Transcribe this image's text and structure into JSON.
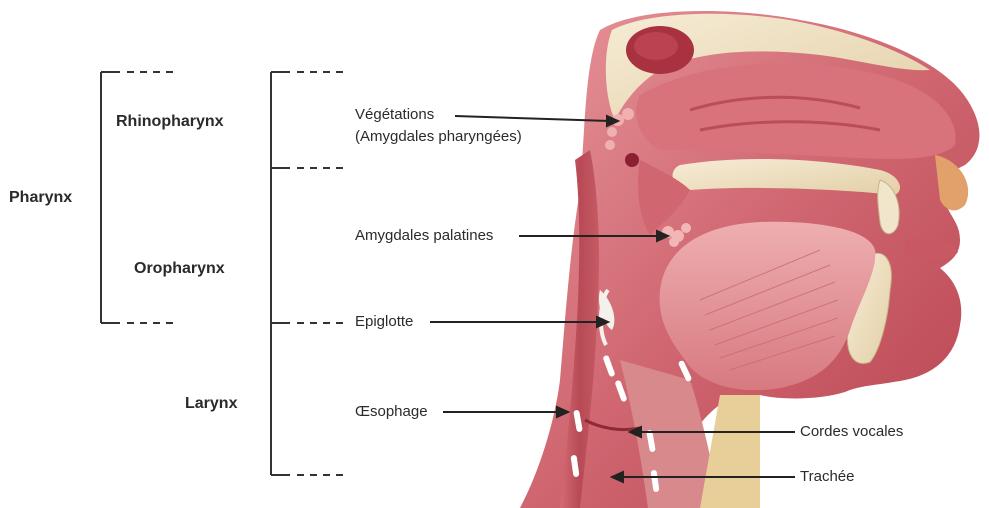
{
  "regions": {
    "pharynx": "Pharynx",
    "rhinopharynx": "Rhinopharynx",
    "oropharynx": "Oropharynx",
    "larynx": "Larynx"
  },
  "labels": {
    "vegetations_line1": "Végétations",
    "vegetations_line2": "(Amygdales pharyngées)",
    "amygdales_palatines": "Amygdales palatines",
    "epiglotte": "Epiglotte",
    "oesophage": "Œsophage",
    "cordes_vocales": "Cordes vocales",
    "trachee": "Trachée"
  },
  "colors": {
    "tissue": "#c95a63",
    "tissue_light": "#e9a4a6",
    "bone": "#efe1c4",
    "cartilage": "#f4f0ec",
    "lines": "#333333"
  }
}
